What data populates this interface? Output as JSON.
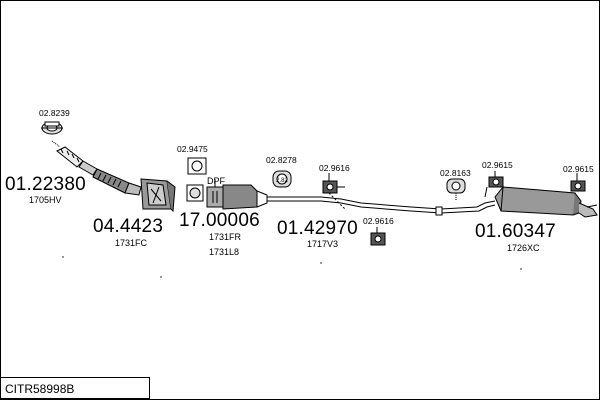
{
  "diagram_code": "CITR58998B",
  "labels": {
    "flex_pipe_code": "01.22380",
    "flex_pipe_ref": "1705HV",
    "clamp_1": "02.8239",
    "cat_code": "04.4423",
    "cat_ref": "1731FC",
    "gasket_1": "02.9475",
    "dpf_tag": "DPF",
    "dpf_code": "17.00006",
    "dpf_ref_1": "1731FR",
    "dpf_ref_2": "1731L8",
    "clamp_2": "02.8278",
    "rubber_1": "02.9616",
    "rubber_2": "02.9616",
    "mid_pipe_code": "01.42970",
    "mid_pipe_ref": "1717V3",
    "clamp_3": "02.8163",
    "rubber_3": "02.9615",
    "rubber_4": "02.9615",
    "silencer_code": "01.60347",
    "silencer_ref": "1726XC"
  }
}
